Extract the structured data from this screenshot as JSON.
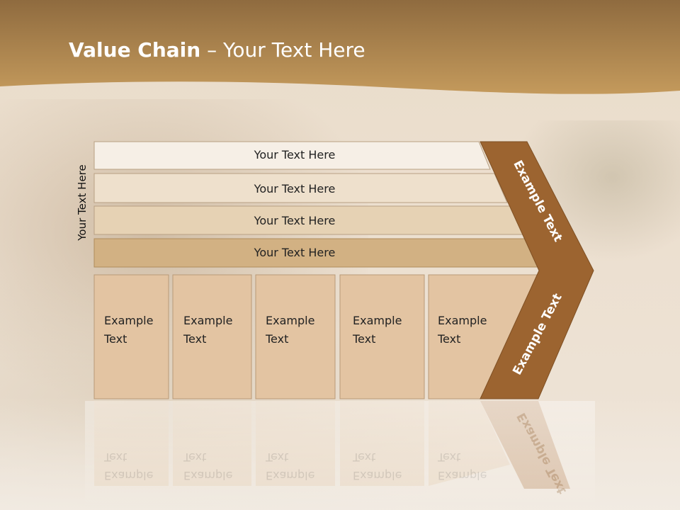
{
  "slide": {
    "title_bold": "Value Chain",
    "title_rest": " – Your Text Here",
    "side_label": "Your Text Here"
  },
  "rows": [
    {
      "label": "Your Text Here",
      "color": "#f6efe6"
    },
    {
      "label": "Your Text Here",
      "color": "#eee0cc"
    },
    {
      "label": "Your Text Here",
      "color": "#e6d2b4"
    },
    {
      "label": "Your Text Here",
      "color": "#d2b183"
    }
  ],
  "columns": [
    {
      "line1": "Example",
      "line2": "Text"
    },
    {
      "line1": "Example",
      "line2": "Text"
    },
    {
      "line1": "Example",
      "line2": "Text"
    },
    {
      "line1": "Example",
      "line2": "Text"
    },
    {
      "line1": "Example",
      "line2": "Text"
    }
  ],
  "arrow": {
    "top_label": "Example Text",
    "bottom_label": "Example Text",
    "color": "#9c6430"
  },
  "colors": {
    "header": "#b78c52",
    "column_fill": "#e3c4a2"
  }
}
